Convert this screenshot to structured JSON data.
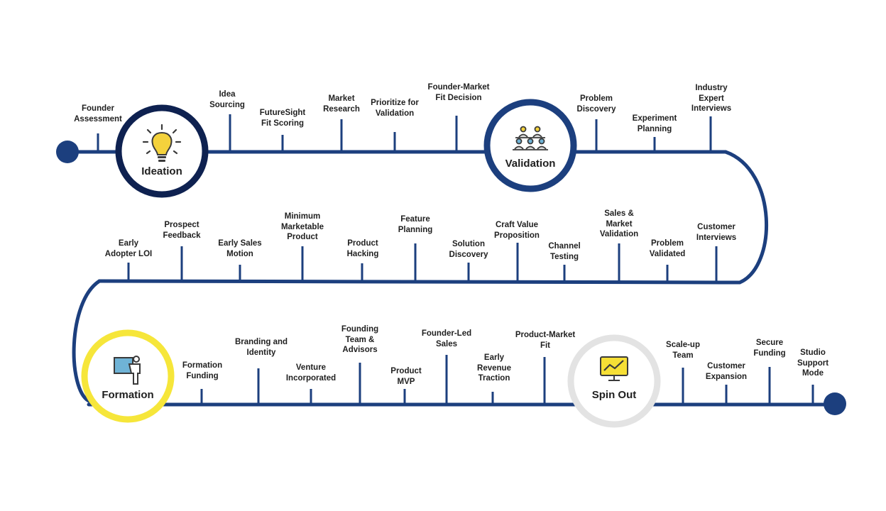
{
  "colors": {
    "track": "#1c3f7e",
    "ideation_ring": "#0e2150",
    "validation_ring": "#1c3f7e",
    "formation_ring": "#f6e63a",
    "spinout_ring": "#e3e3e3",
    "bulb": "#f4d23c",
    "monitor": "#f6df35"
  },
  "stages": {
    "ideation": "Ideation",
    "validation": "Validation",
    "formation": "Formation",
    "spinout": "Spin Out"
  },
  "icons": {
    "ideation": "lightbulb-icon",
    "validation": "audience-icon",
    "formation": "presenter-icon",
    "spinout": "monitor-chart-icon"
  },
  "steps": {
    "row1": [
      "Founder\nAssessment",
      "Idea\nSourcing",
      "FutureSight\nFit Scoring",
      "Market\nResearch",
      "Prioritize for\nValidation",
      "Founder-Market\nFit Decision",
      "Problem\nDiscovery",
      "Experiment\nPlanning",
      "Industry\nExpert\nInterviews"
    ],
    "row2": [
      "Early\nAdopter LOI",
      "Prospect\nFeedback",
      "Early Sales\nMotion",
      "Minimum\nMarketable\nProduct",
      "Product\nHacking",
      "Feature\nPlanning",
      "Solution\nDiscovery",
      "Craft Value\nProposition",
      "Channel\nTesting",
      "Sales &\nMarket\nValidation",
      "Problem\nValidated",
      "Customer\nInterviews"
    ],
    "row3": [
      "Formation\nFunding",
      "Branding and\nIdentity",
      "Venture\nIncorporated",
      "Founding\nTeam &\nAdvisors",
      "Product\nMVP",
      "Founder-Led\nSales",
      "Early\nRevenue\nTraction",
      "Product-Market\nFit",
      "Scale-up\nTeam",
      "Customer\nExpansion",
      "Secure\nFunding",
      "Studio\nSupport\nMode"
    ]
  }
}
